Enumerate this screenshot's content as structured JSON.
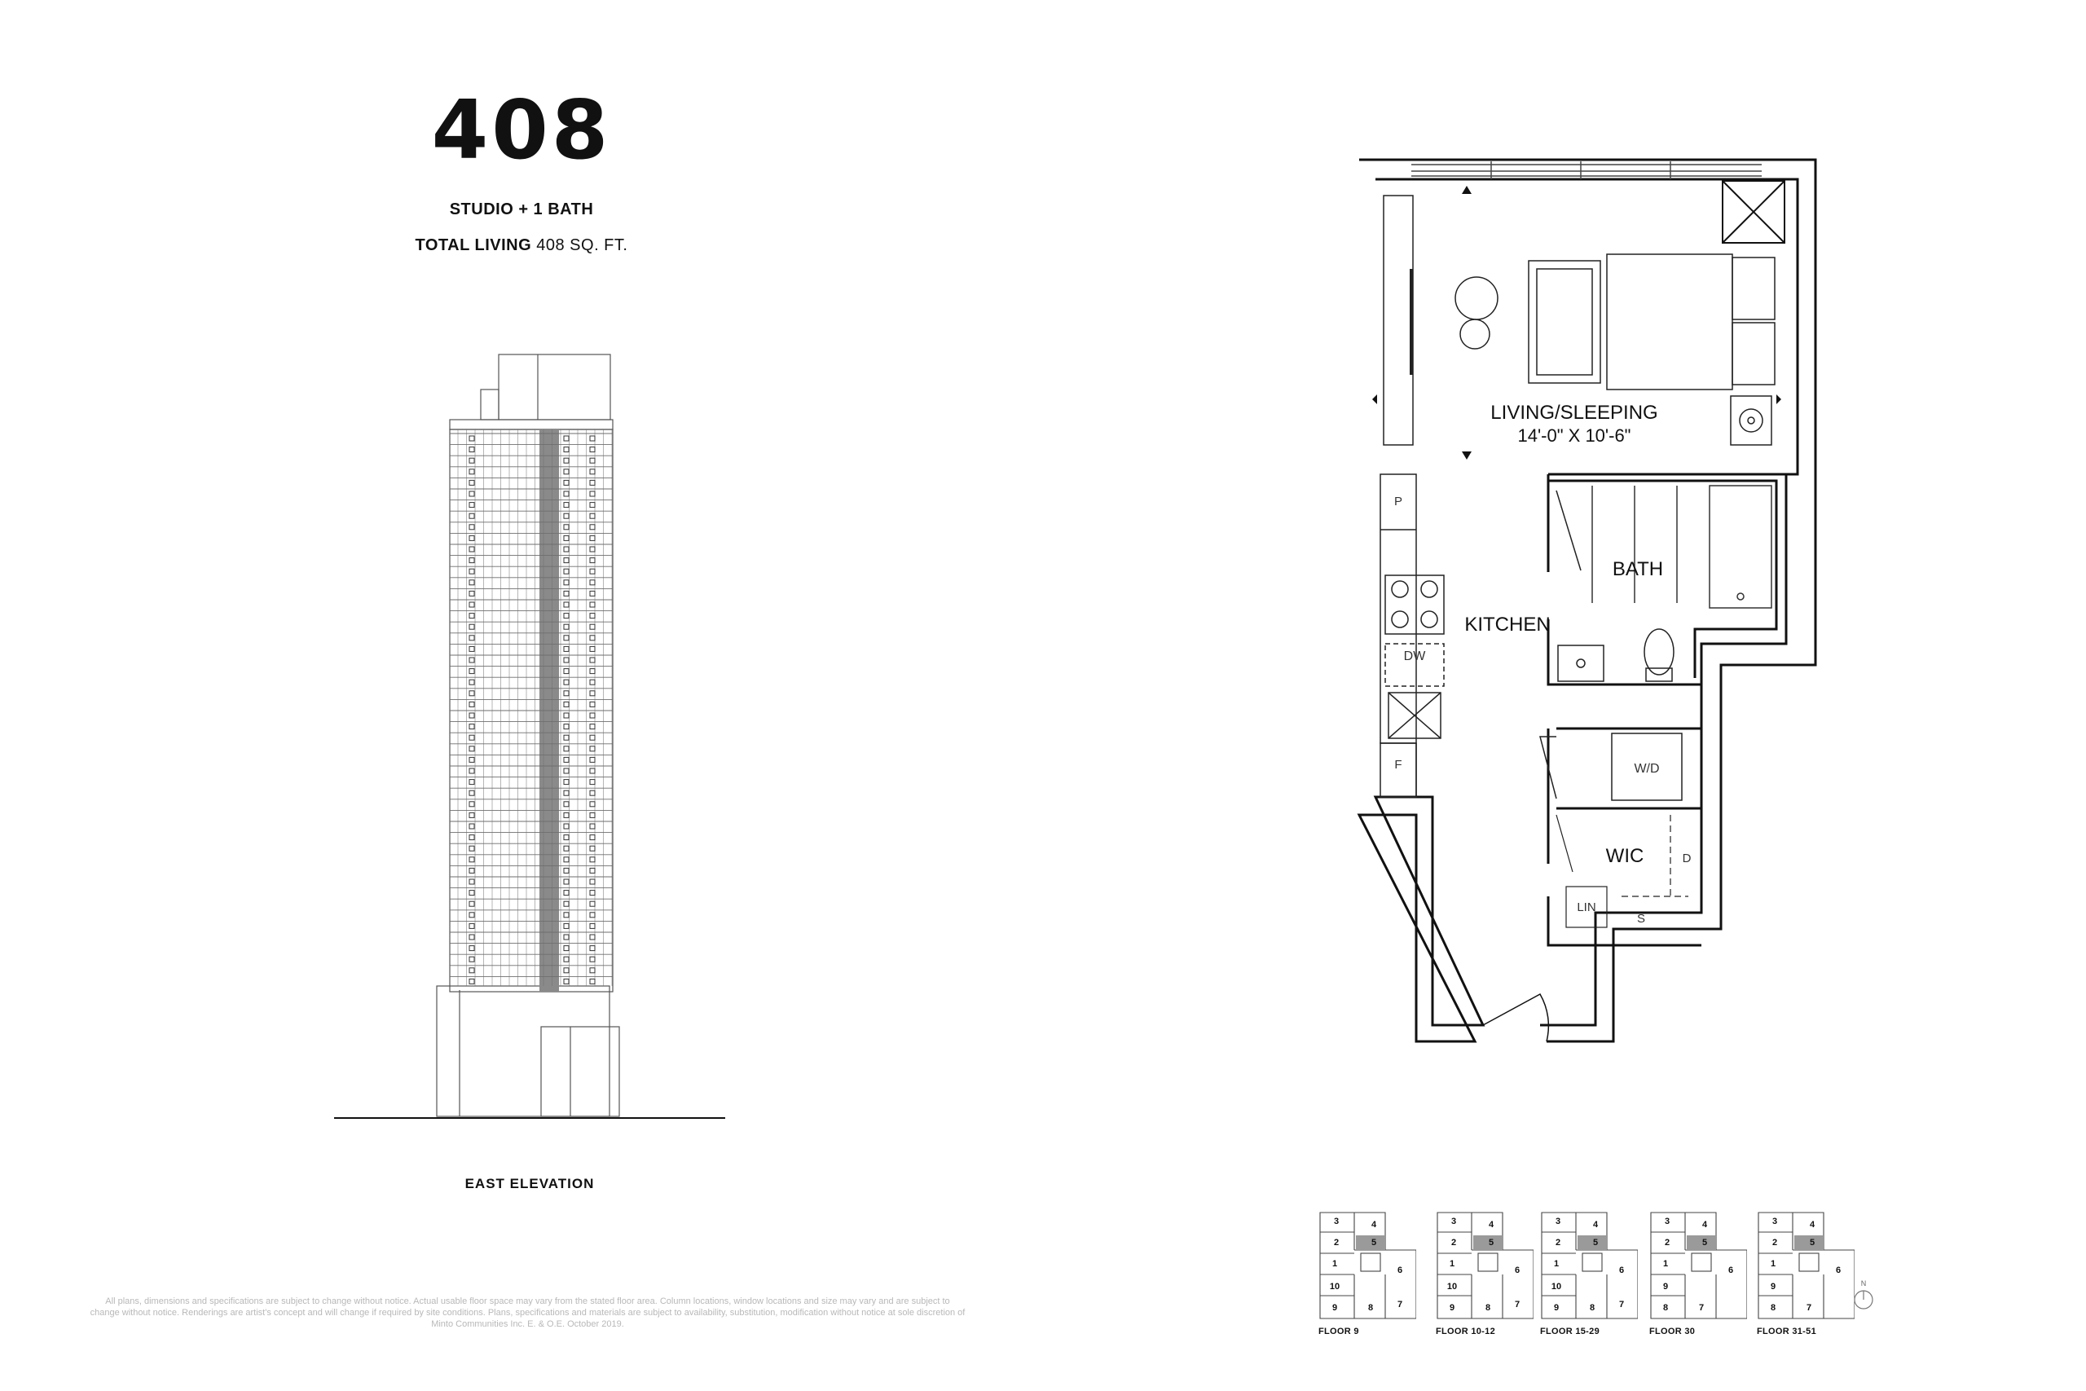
{
  "unit": {
    "number": "408",
    "type": "STUDIO + 1 BATH",
    "total_living_label": "TOTAL LIVING",
    "total_living_value": "408 SQ. FT."
  },
  "elevation": {
    "label": "EAST ELEVATION"
  },
  "floorplan": {
    "rooms": {
      "living_name": "LIVING/SLEEPING",
      "living_dims": "14'-0\" X 10'-6\"",
      "bath": "BATH",
      "kitchen": "KITCHEN",
      "wic": "WIC",
      "wd": "W/D",
      "dw": "DW",
      "pantry": "P",
      "fridge": "F",
      "lin": "LIN",
      "shelf": "S",
      "dresser": "D"
    }
  },
  "keyplans": [
    {
      "label": "FLOOR 9",
      "units": [
        "3",
        "4",
        "2",
        "5",
        "1",
        "6",
        "10",
        "9",
        "8",
        "7"
      ]
    },
    {
      "label": "FLOOR 10-12",
      "units": [
        "3",
        "4",
        "2",
        "5",
        "1",
        "6",
        "10",
        "9",
        "8",
        "7"
      ]
    },
    {
      "label": "FLOOR 15-29",
      "units": [
        "3",
        "4",
        "2",
        "5",
        "1",
        "6",
        "10",
        "9",
        "8",
        "7"
      ]
    },
    {
      "label": "FLOOR 30",
      "units": [
        "3",
        "4",
        "2",
        "5",
        "1",
        "6",
        "9",
        "8",
        "7"
      ]
    },
    {
      "label": "FLOOR 31-51",
      "units": [
        "3",
        "4",
        "2",
        "5",
        "1",
        "6",
        "9",
        "8",
        "7"
      ]
    }
  ],
  "north_label": "N",
  "disclaimer": "All plans, dimensions and specifications are subject to change without notice. Actual usable floor space may vary from the stated floor area. Column locations, window locations and size may vary and are subject to change without notice. Renderings are artist's concept and will change if required by site conditions. Plans, specifications and materials are subject to availability, substitution, modification without notice at sole discretion of Minto Communities Inc. E. & O.E. October 2019."
}
